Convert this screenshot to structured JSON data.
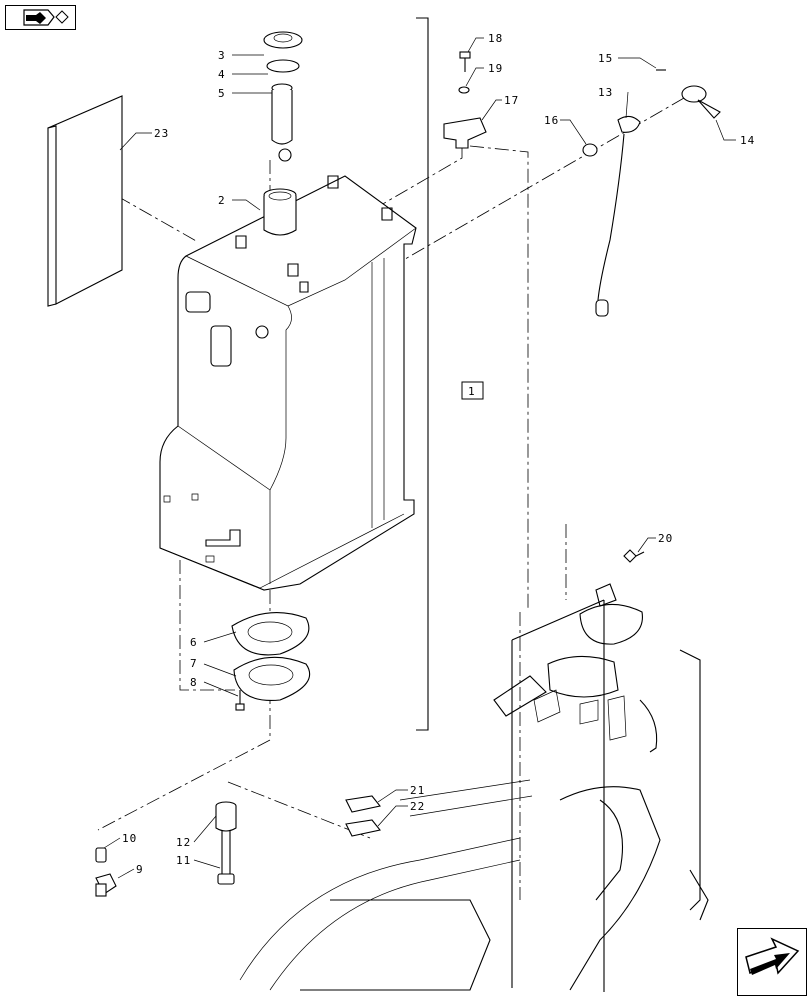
{
  "callouts": [
    {
      "id": "c1",
      "text": "1"
    },
    {
      "id": "c2",
      "text": "2"
    },
    {
      "id": "c3",
      "text": "3"
    },
    {
      "id": "c4",
      "text": "4"
    },
    {
      "id": "c5",
      "text": "5"
    },
    {
      "id": "c6",
      "text": "6"
    },
    {
      "id": "c7",
      "text": "7"
    },
    {
      "id": "c8",
      "text": "8"
    },
    {
      "id": "c9",
      "text": "9"
    },
    {
      "id": "c10",
      "text": "10"
    },
    {
      "id": "c11",
      "text": "11"
    },
    {
      "id": "c12",
      "text": "12"
    },
    {
      "id": "c13",
      "text": "13"
    },
    {
      "id": "c14",
      "text": "14"
    },
    {
      "id": "c15",
      "text": "15"
    },
    {
      "id": "c16",
      "text": "16"
    },
    {
      "id": "c17",
      "text": "17"
    },
    {
      "id": "c18",
      "text": "18"
    },
    {
      "id": "c19",
      "text": "19"
    },
    {
      "id": "c20",
      "text": "20"
    },
    {
      "id": "c21",
      "text": "21"
    },
    {
      "id": "c22",
      "text": "22"
    },
    {
      "id": "c23",
      "text": "23"
    }
  ],
  "nav": {
    "top_left_icon": "section-navigation-icon",
    "bottom_right_icon": "next-page-arrow-icon"
  }
}
